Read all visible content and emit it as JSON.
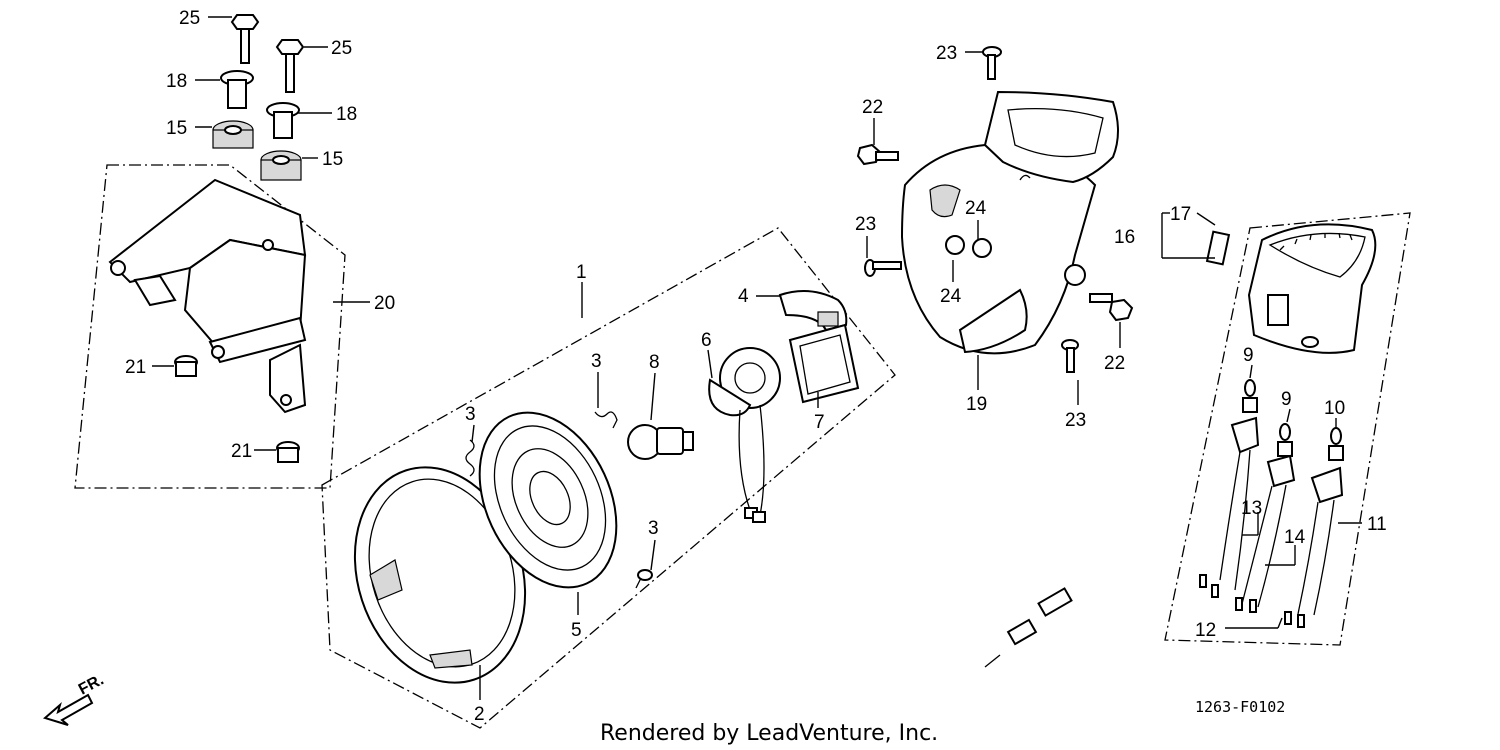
{
  "callouts": {
    "c25a": "25",
    "c25b": "25",
    "c18a": "18",
    "c18b": "18",
    "c15a": "15",
    "c15b": "15",
    "c20": "20",
    "c21a": "21",
    "c21b": "21",
    "c1": "1",
    "c2": "2",
    "c3a": "3",
    "c3b": "3",
    "c3c": "3",
    "c4": "4",
    "c5": "5",
    "c6": "6",
    "c7": "7",
    "c8": "8",
    "c9a": "9",
    "c9b": "9",
    "c10": "10",
    "c11": "11",
    "c12": "12",
    "c13": "13",
    "c14": "14",
    "c16": "16",
    "c17": "17",
    "c19": "19",
    "c22a": "22",
    "c22b": "22",
    "c23a": "23",
    "c23b": "23",
    "c23c": "23",
    "c24a": "24",
    "c24b": "24"
  },
  "direction_label": "FR.",
  "footer": "Rendered by LeadVenture, Inc.",
  "diagram_code": "1263-F0102"
}
